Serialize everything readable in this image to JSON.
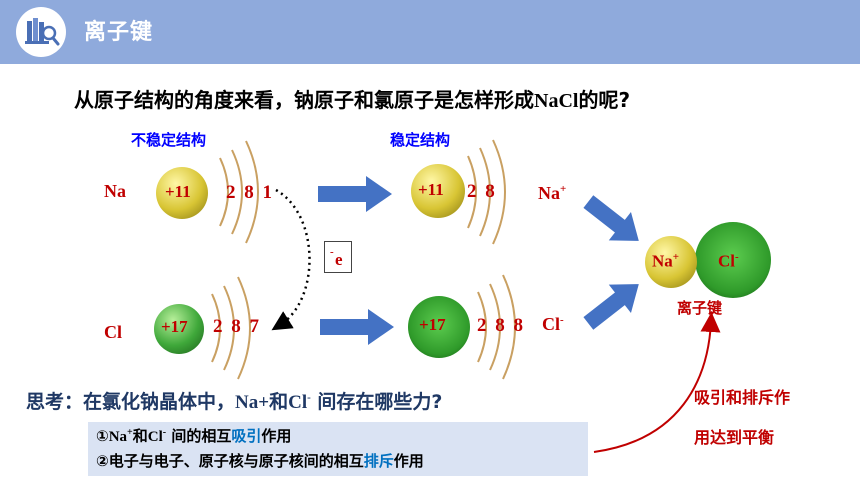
{
  "header": {
    "title": "离子键",
    "icon": "books-magnifier-icon",
    "bar_color": "#8faadc"
  },
  "question": {
    "prefix": "从原子结构的角度来看，钠原子和氯原子是怎样形成",
    "formula": "NaCl",
    "suffix": "的呢?"
  },
  "labels": {
    "unstable": "不稳定结构",
    "stable": "稳定结构"
  },
  "atoms": {
    "na": {
      "symbol": "Na",
      "charge": "+11",
      "shells": "2 8 1"
    },
    "cl": {
      "symbol": "Cl",
      "charge": "+17",
      "shells": "2 8 7"
    }
  },
  "ions": {
    "na": {
      "symbol": "Na",
      "sign": "+",
      "charge": "+11",
      "shells": "2 8"
    },
    "cl": {
      "symbol": "Cl",
      "sign": "-",
      "charge": "+17",
      "shells": "2 8 8"
    }
  },
  "electron_transfer": {
    "symbol": "e",
    "sign": "-"
  },
  "bond": {
    "na_symbol": "Na",
    "na_sign": "+",
    "cl_symbol": "Cl",
    "cl_sign": "-",
    "label": "离子键"
  },
  "think": {
    "prefix": "思考：在氯化钠晶体中，",
    "na": "Na+",
    "and": "和",
    "cl": "Cl",
    "cl_sign": "-",
    "suffix": " 间存在哪些力?"
  },
  "answers": {
    "line1": {
      "num": "①",
      "na": "Na",
      "na_sign": "+",
      "and": "和",
      "cl": "Cl",
      "cl_sign": "-",
      "mid": " 间的相互",
      "highlight": "吸引",
      "end": "作用"
    },
    "line2": {
      "num": "②",
      "text": "电子与电子、原子核与原子核间的相互",
      "highlight": "排斥",
      "end": "作用"
    }
  },
  "balance": {
    "line1": "吸引和排斥作",
    "line2": "用达到平衡"
  },
  "colors": {
    "red": "#c00000",
    "blue": "#0000ff",
    "navy": "#1f3864",
    "highlight": "#0070c0",
    "arrow": "#4472c4",
    "answer_box": "#dae3f3"
  }
}
